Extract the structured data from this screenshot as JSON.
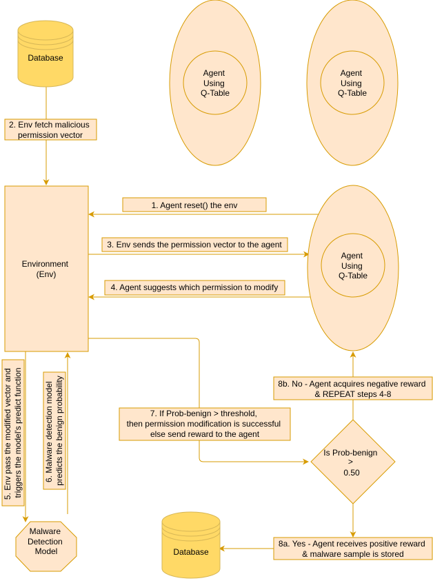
{
  "colors": {
    "node_fill": "#FFE6CC",
    "node_stroke": "#D79B00",
    "database_fill": "#FFD966",
    "database_stroke": "#D6B656",
    "text": "#000000"
  },
  "nodes": {
    "database_top": "Database",
    "database_bottom": "Database",
    "environment": [
      "Environment",
      "(Env)"
    ],
    "agent_top_1": [
      "Agent",
      "Using",
      "Q-Table"
    ],
    "agent_top_2": [
      "Agent",
      "Using",
      "Q-Table"
    ],
    "agent_main": [
      "Agent",
      "Using",
      "Q-Table"
    ],
    "malware_model": [
      "Malware",
      "Detection",
      "Model"
    ],
    "decision": [
      "Is Prob-benign",
      ">",
      "0.50"
    ]
  },
  "edge_labels": {
    "step2": [
      "2. Env fetch malicious",
      "permission vector"
    ],
    "step1": [
      "1. Agent reset() the env"
    ],
    "step3": [
      "3. Env sends the permission vector to the agent"
    ],
    "step4": [
      "4. Agent suggests which permission to modify"
    ],
    "step5": [
      "5. Env pass the modified vector and",
      "triggers the model's predict function"
    ],
    "step6": [
      "6. Malware detection model",
      "predicts the benign probability"
    ],
    "step7": [
      "7. If Prob-benign > threshold,",
      "then permission modification is successful",
      "else send reward to the agent"
    ],
    "step8b": [
      "8b. No - Agent acquires negative reward",
      "& REPEAT steps 4-8"
    ],
    "step8a": [
      "8a. Yes - Agent receives positive reward",
      "& malware sample is stored"
    ]
  }
}
